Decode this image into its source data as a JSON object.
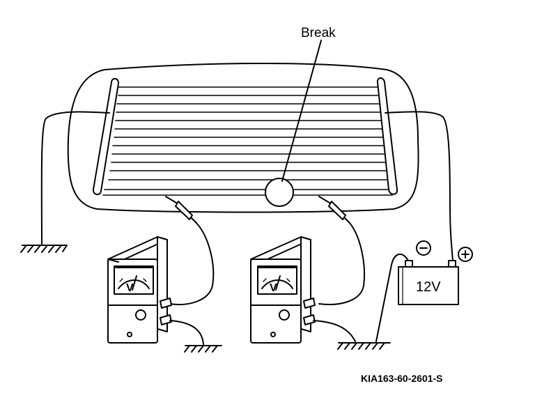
{
  "diagram": {
    "break_label": "Break",
    "battery": {
      "voltage_label": "12V",
      "negative_sign": "⊖",
      "positive_sign": "⊕"
    },
    "figure_code": "KIA163-60-2601-S"
  }
}
